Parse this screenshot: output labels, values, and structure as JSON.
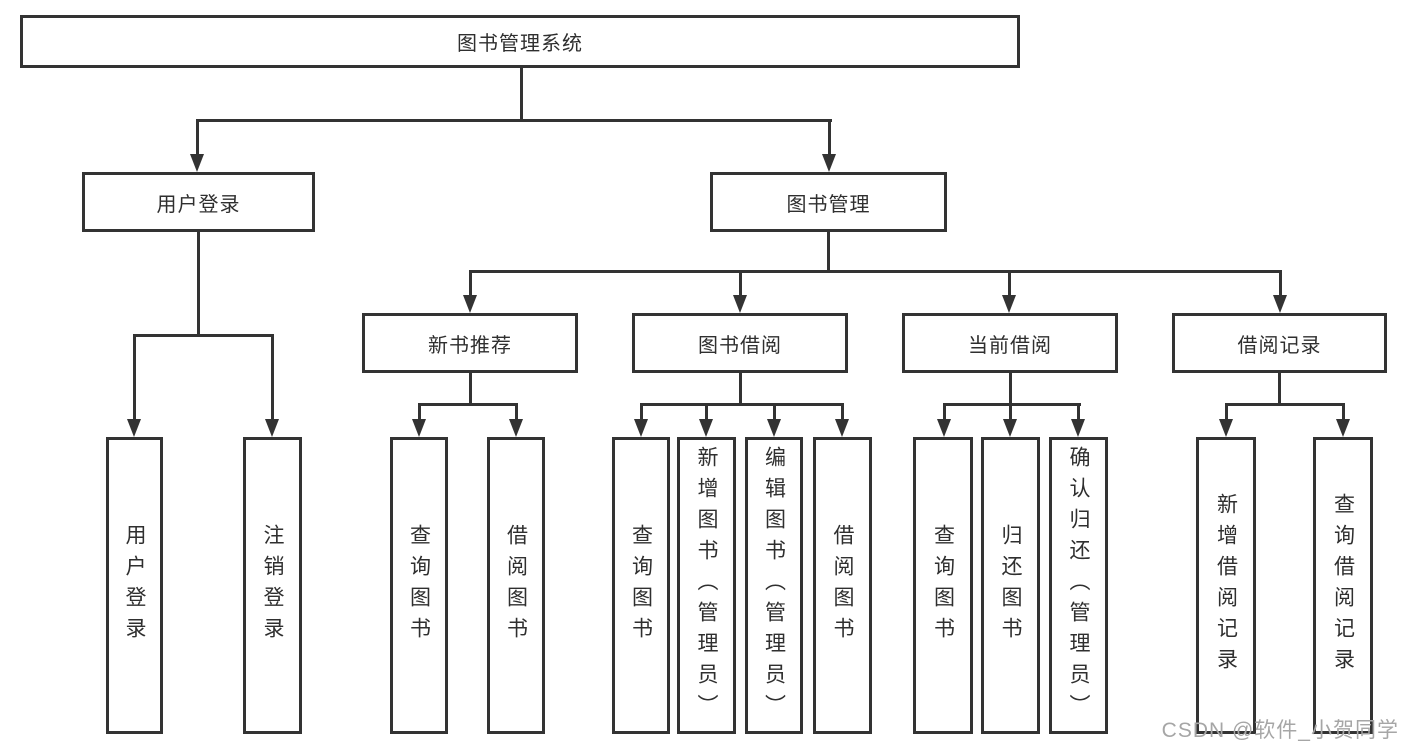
{
  "tree": {
    "root": {
      "label": "图书管理系统"
    },
    "branches": [
      {
        "label": "用户登录",
        "children": [
          {
            "label": "用户登录"
          },
          {
            "label": "注销登录"
          }
        ]
      },
      {
        "label": "图书管理",
        "children": [
          {
            "label": "新书推荐",
            "children": [
              {
                "label": "查询图书"
              },
              {
                "label": "借阅图书"
              }
            ]
          },
          {
            "label": "图书借阅",
            "children": [
              {
                "label": "查询图书"
              },
              {
                "label": "新增图书（管理员）"
              },
              {
                "label": "编辑图书（管理员）"
              },
              {
                "label": "借阅图书"
              }
            ]
          },
          {
            "label": "当前借阅",
            "children": [
              {
                "label": "查询图书"
              },
              {
                "label": "归还图书"
              },
              {
                "label": "确认归还（管理员）"
              }
            ]
          },
          {
            "label": "借阅记录",
            "children": [
              {
                "label": "新增借阅记录"
              },
              {
                "label": "查询借阅记录"
              }
            ]
          }
        ]
      }
    ]
  },
  "watermark": {
    "text": "CSDN @软件_小贺同学"
  },
  "colors": {
    "line": "#333333",
    "text": "#2f2f2f",
    "background": "#ffffff",
    "watermark": "#a6a6a6"
  }
}
